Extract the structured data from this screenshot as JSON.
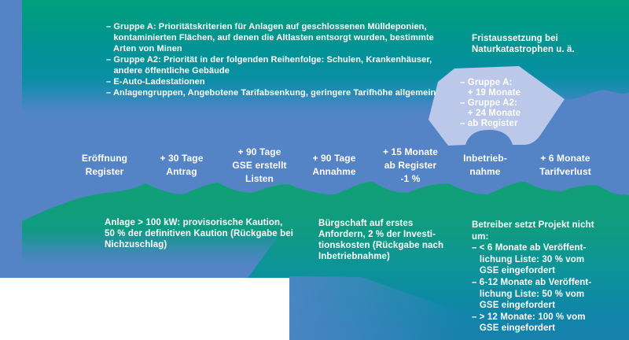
{
  "title": "GSE Register Prozess Zeitstrahl",
  "colors": {
    "band_blue": "#5484C6",
    "top_green": "#00A07B",
    "teal": "#0295A0",
    "mountain_green": "#11A173",
    "bottom_teal": "#1780AD",
    "blob_light_blue": "#BCC8EA",
    "text_white": "#FFFFFF"
  },
  "top_criteria": {
    "lines": [
      "– Gruppe A: Prioritätskriterien für Anlagen auf geschlossenen Mülldeponien,",
      "   kontaminierten Flächen, auf denen die Altlasten entsorgt wurden, bestimmte",
      "   Arten von Minen",
      "– Gruppe A2: Priorität in der folgenden Reihenfolge: Schulen, Krankenhäuser,",
      "   andere öffentliche Gebäude",
      "– E-Auto-Ladestationen",
      "– Anlagengruppen, Angebotene Tarifabsenkung, geringere Tarifhöhe allgemein"
    ]
  },
  "suspension_note": {
    "lines": [
      "Fristaussetzung bei",
      "Naturkatastrophen u. ä."
    ]
  },
  "blob_note": {
    "lines": [
      "– Gruppe A:",
      "   + 19 Monate",
      "– Gruppe A2:",
      "   + 24 Monate",
      "– ab Register"
    ]
  },
  "timeline": {
    "items": [
      {
        "lines": [
          "Eröffnung",
          "Register"
        ]
      },
      {
        "lines": [
          "+ 30 Tage",
          "Antrag"
        ]
      },
      {
        "lines": [
          "+ 90 Tage",
          "GSE erstellt",
          "Listen"
        ]
      },
      {
        "lines": [
          "+ 90 Tage",
          "Annahme"
        ]
      },
      {
        "lines": [
          "+ 15 Monate",
          "ab Register",
          "-1 %"
        ]
      },
      {
        "lines": [
          "Inbetrieb-",
          "nahme"
        ]
      },
      {
        "lines": [
          "+ 6 Monate",
          "Tarifverlust"
        ]
      }
    ]
  },
  "notes": {
    "deposit": {
      "lines": [
        "Anlage > 100 kW: provisorische Kaution,",
        "50 % der definitiven Kaution (Rückgabe bei",
        "Nichzuschlag)"
      ]
    },
    "guarantee": {
      "lines": [
        "Bürgschaft auf erstes",
        "Anfordern, 2 % der Investi-",
        "tionskosten (Rückgabe nach",
        "Inbetriebnahme)"
      ]
    },
    "penalty": {
      "lines": [
        "Betreiber setzt Projekt nicht",
        "um:",
        "– < 6 Monate ab Veröffent-",
        "   lichung Liste: 30 % vom",
        "   GSE eingefordert",
        "– 6-12 Monate ab Veröffent-",
        "   lichung Liste: 50 % vom",
        "   GSE eingefordert",
        "– > 12 Monate: 100 % vom",
        "   GSE eingefordert"
      ]
    }
  }
}
